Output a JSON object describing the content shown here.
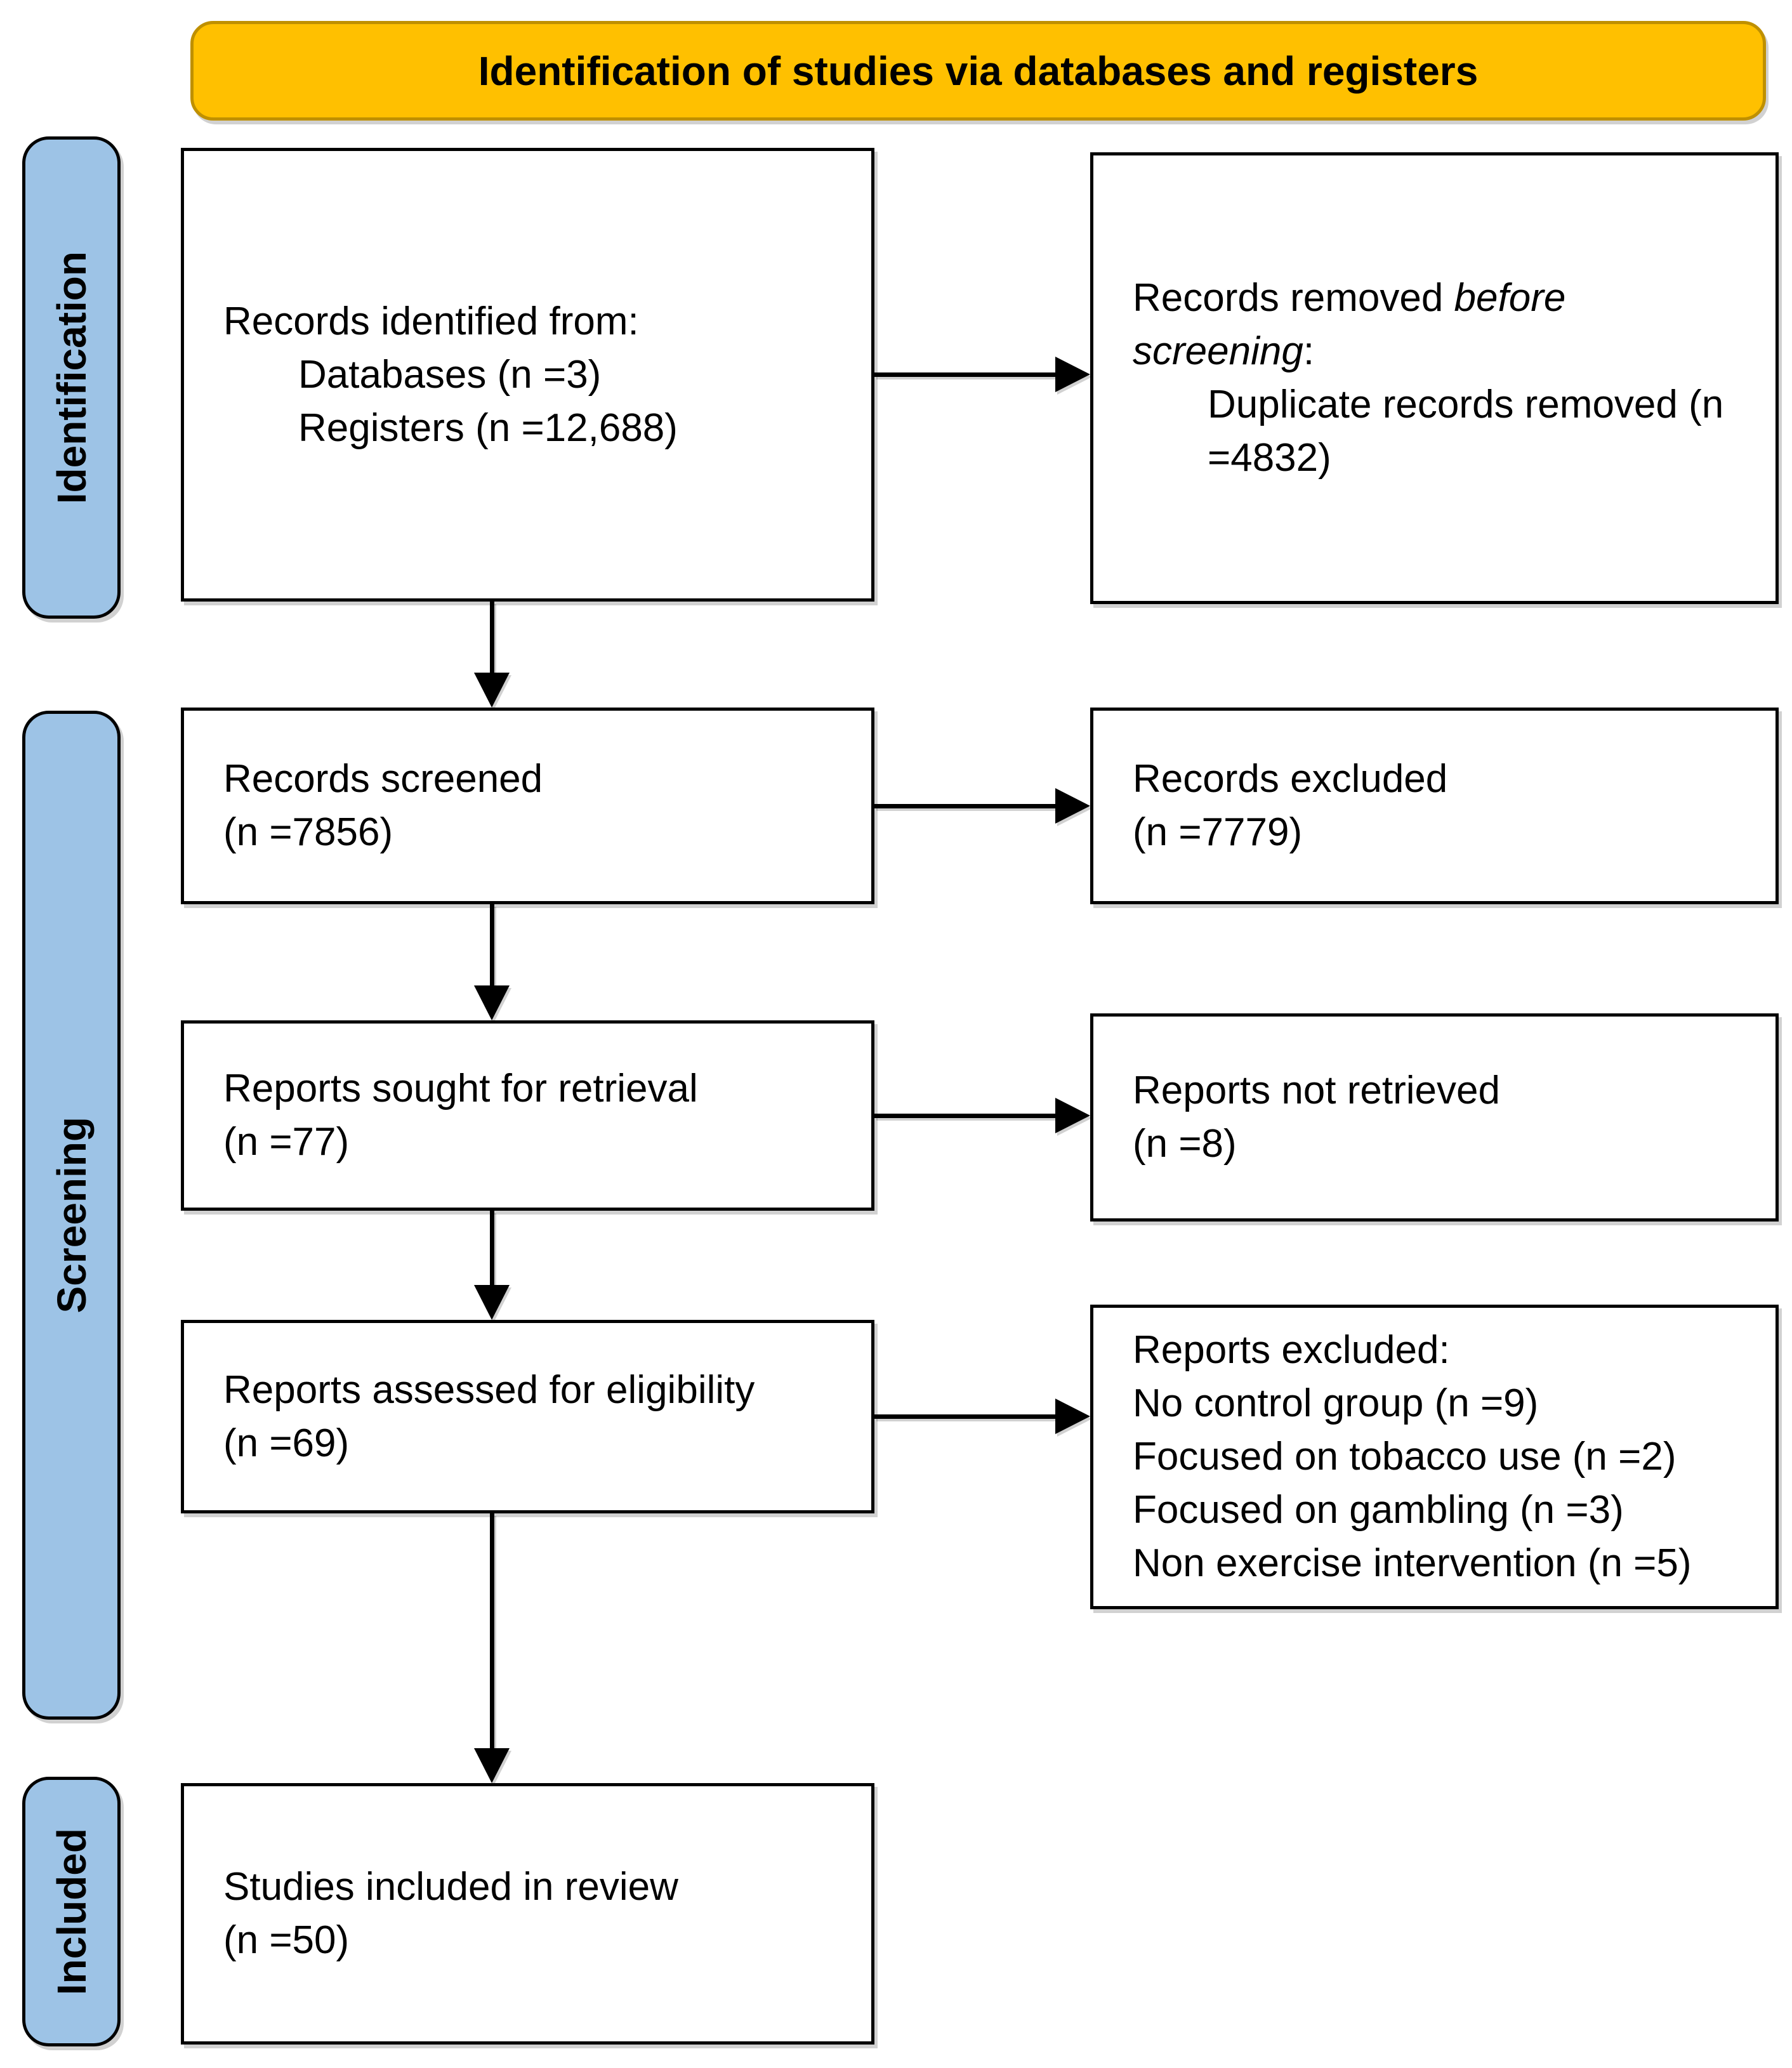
{
  "banner": {
    "title": "Identification of studies via databases and registers"
  },
  "colors": {
    "banner_fill": "#FFC000",
    "banner_border": "#BF9000",
    "stage_fill": "#9DC3E6",
    "box_border": "#000000"
  },
  "stages": {
    "identification": "Identification",
    "screening": "Screening",
    "included": "Included"
  },
  "boxes": {
    "identified": {
      "line1": "Records identified from:",
      "line2": "Databases (n =3)",
      "line3": "Registers (n =12,688)"
    },
    "removed": {
      "seg1": "Records removed ",
      "seg2_italic": "before screening",
      "seg3": ":",
      "line2": "Duplicate records removed (n =4832)"
    },
    "screened": {
      "line1": "Records screened",
      "line2": "(n =7856)"
    },
    "excluded": {
      "line1": "Records excluded",
      "line2": "(n =7779)"
    },
    "sought": {
      "line1": "Reports sought for retrieval",
      "line2": "(n =77)"
    },
    "not_retrieved": {
      "line1": "Reports not retrieved",
      "line2": "(n =8)"
    },
    "assessed": {
      "line1": "Reports assessed for eligibility",
      "line2": "(n =69)"
    },
    "reports_excluded": {
      "line1": "Reports excluded:",
      "line2": "No control group (n =9)",
      "line3": "Focused on tobacco use (n =2)",
      "line4": "Focused on gambling (n =3)",
      "line5": "Non exercise intervention (n =5)"
    },
    "included_studies": {
      "line1": "Studies included in review",
      "line2": "(n =50)"
    }
  }
}
